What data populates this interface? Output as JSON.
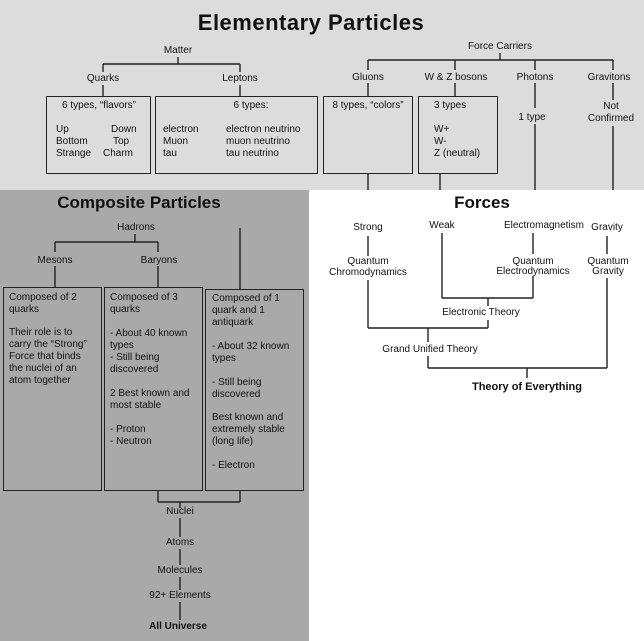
{
  "elementary": {
    "title": "Elementary Particles",
    "matter": "Matter",
    "quarks": "Quarks",
    "leptons": "Leptons",
    "quark_box": {
      "header": "6 types, “flavors”",
      "left": [
        "Up",
        "Bottom",
        "Strange"
      ],
      "right": [
        "Down",
        "Top",
        "Charm"
      ]
    },
    "lepton_box": {
      "header": "6 types:",
      "left": [
        "electron",
        "Muon",
        "tau"
      ],
      "right": [
        "electron neutrino",
        "muon neutrino",
        "tau neutrino"
      ]
    },
    "force_carriers": "Force Carriers",
    "gluons": "Gluons",
    "wz": "W & Z bosons",
    "photons": "Photons",
    "gravitons": "Gravitons",
    "gluon_box": "8 types, “colors”",
    "wz_box": {
      "header": "3 types",
      "lines": [
        "W+",
        "W-",
        "Z (neutral)"
      ]
    },
    "photon_note": "1 type",
    "graviton_note": [
      "Not",
      "Confirmed"
    ]
  },
  "composite": {
    "title": "Composite Particles",
    "hadrons": "Hadrons",
    "mesons": "Mesons",
    "baryons": "Baryons",
    "meson_box": [
      "Composed of 2",
      "quarks",
      "",
      "Their role is to",
      "carry the “Strong”",
      "Force that binds",
      "the nuclei of an",
      "atom together"
    ],
    "baryon_box": [
      "Composed of 3",
      "quarks",
      "",
      "- About 40 known",
      "types",
      "- Still being",
      "discovered",
      "",
      "2 Best known and",
      "most stable",
      "",
      "- Proton",
      "- Neutron"
    ],
    "lepton_comp_box": [
      "Composed of 1",
      "quark and 1",
      "antiquark",
      "",
      "- About 32 known",
      "types",
      "",
      "- Still being",
      "discovered",
      "",
      "Best known and",
      "extremely stable",
      "(long life)",
      "",
      "- Electron"
    ],
    "nuclei": "Nuclei",
    "atoms": "Atoms",
    "molecules": "Molecules",
    "elements": "92+ Elements",
    "universe": "All Universe"
  },
  "forces": {
    "title": "Forces",
    "strong": "Strong",
    "weak": "Weak",
    "em": "Electromagnetism",
    "gravity": "Gravity",
    "qcd": [
      "Quantum",
      "Chromodynamics"
    ],
    "qed": [
      "Quantum",
      "Electrodynamics"
    ],
    "qg": [
      "Quantum",
      "Gravity"
    ],
    "electronic": "Electronic Theory",
    "gut": "Grand Unified Theory",
    "toe": "Theory of Everything"
  },
  "colors": {
    "gray_top": "#dcdcdc",
    "gray_bottom": "#a9a9a9",
    "line": "#222222"
  }
}
